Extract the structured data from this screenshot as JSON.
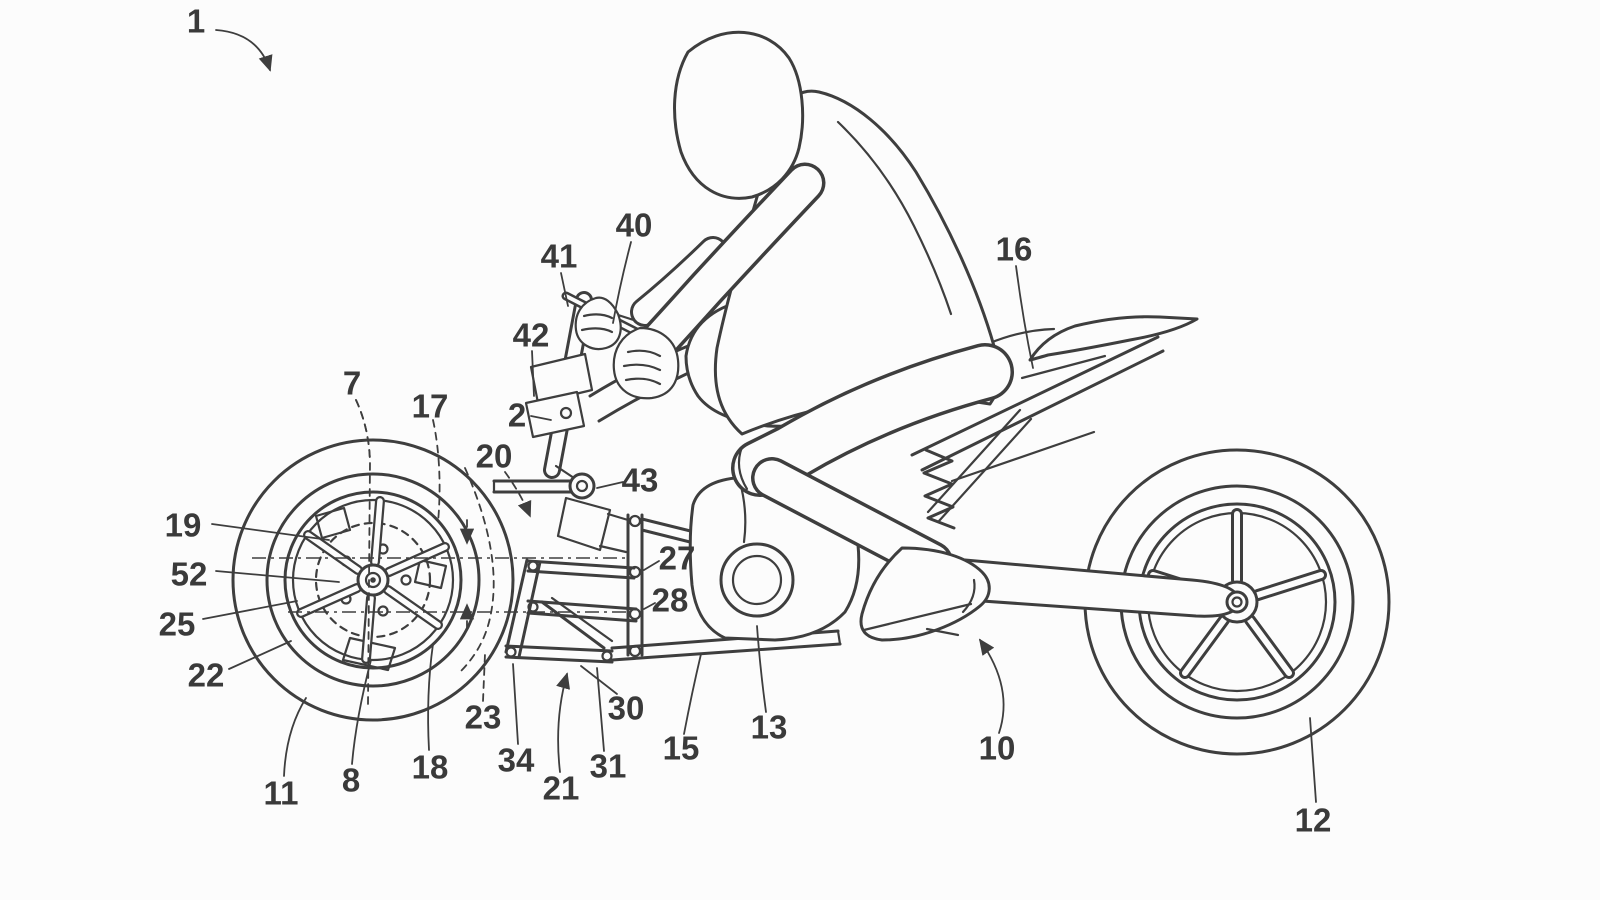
{
  "colors": {
    "ink": "#3e3e3e",
    "paper": "#fcfcfc"
  },
  "labels": [
    {
      "text": "1"
    },
    {
      "text": "2"
    },
    {
      "text": "7"
    },
    {
      "text": "8"
    },
    {
      "text": "10"
    },
    {
      "text": "11"
    },
    {
      "text": "12"
    },
    {
      "text": "13"
    },
    {
      "text": "15"
    },
    {
      "text": "16"
    },
    {
      "text": "17"
    },
    {
      "text": "18"
    },
    {
      "text": "19"
    },
    {
      "text": "20"
    },
    {
      "text": "21"
    },
    {
      "text": "22"
    },
    {
      "text": "23"
    },
    {
      "text": "25"
    },
    {
      "text": "27"
    },
    {
      "text": "28"
    },
    {
      "text": "30"
    },
    {
      "text": "31"
    },
    {
      "text": "34"
    },
    {
      "text": "40"
    },
    {
      "text": "41"
    },
    {
      "text": "42"
    },
    {
      "text": "43"
    },
    {
      "text": "52"
    }
  ]
}
